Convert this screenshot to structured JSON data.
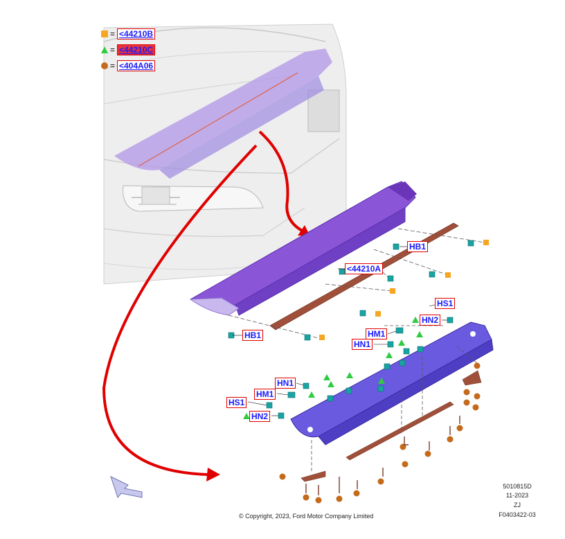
{
  "legend": [
    {
      "symbol": "square",
      "color": "#f5a623",
      "ref": "<44210B",
      "style": "blue"
    },
    {
      "symbol": "triangle",
      "color": "#2ecc40",
      "ref": "<44210C",
      "style": "red"
    },
    {
      "symbol": "circle",
      "color": "#c46a1b",
      "ref": "<404A06",
      "style": "blue"
    }
  ],
  "callouts": {
    "hb1_upper": "HB1",
    "part_ref": "<44210A",
    "hb1_lower": "HB1",
    "hs1_right": "HS1",
    "hn2_right": "HN2",
    "hm1_right": "HM1",
    "hn1_right": "HN1",
    "hn1_left": "HN1",
    "hm1_left": "HM1",
    "hs1_left": "HS1",
    "hn2_left": "HN2"
  },
  "footer": {
    "copyright": "© Copyright, 2023, Ford Motor Company Limited",
    "meta_lines": [
      "5010815D",
      "11-2023",
      "ZJ",
      "F0403422-03"
    ]
  },
  "colors": {
    "spoiler": "#8a55d6",
    "deflector": "#6a5ae0",
    "seal": "#a0503a",
    "arrow": "#e00000",
    "clip": "#1aa3a3",
    "square": "#f5a623",
    "triangle": "#2ecc40",
    "circle": "#c46a1b"
  },
  "icons": [
    "view-direction-arrow-icon",
    "clip-icon",
    "nut-icon",
    "stud-icon"
  ]
}
